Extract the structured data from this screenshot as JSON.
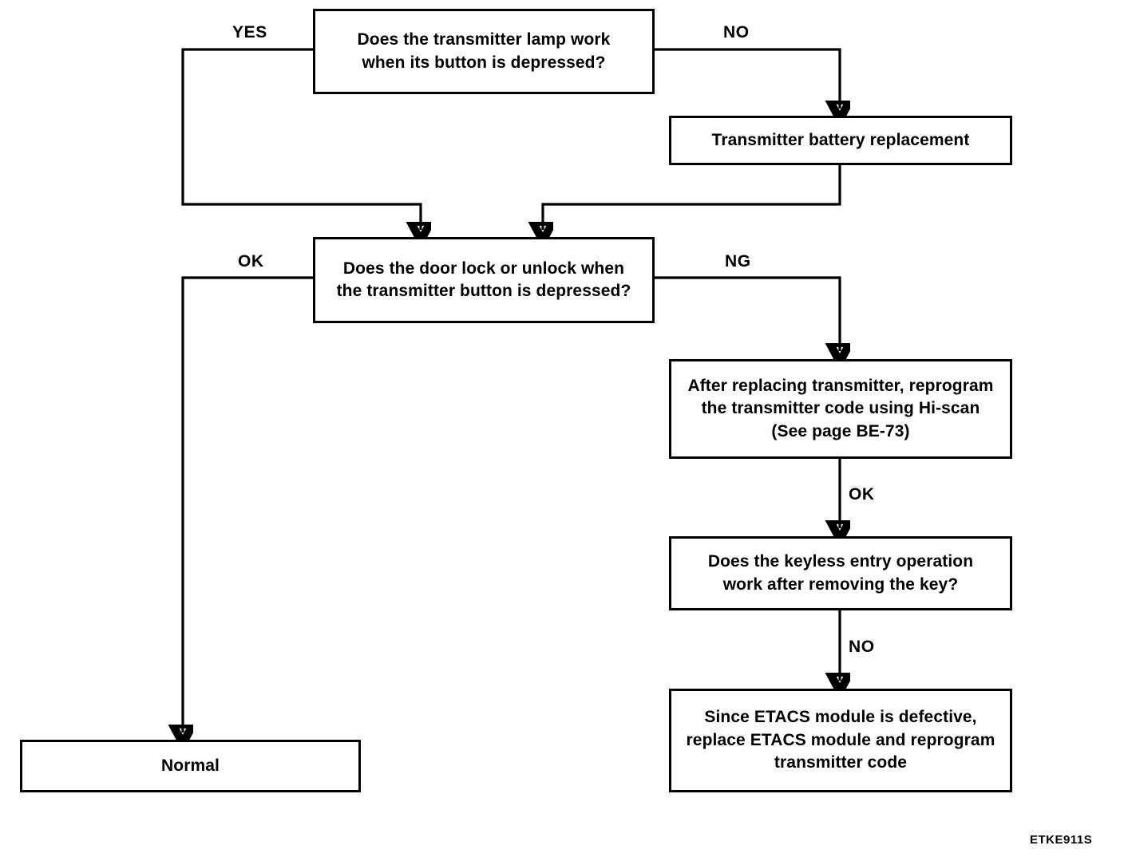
{
  "diagram": {
    "caption": "ETKE911S",
    "nodes": [
      {
        "id": "q-lamp",
        "text": "Does the transmitter lamp work\nwhen its button is depressed?"
      },
      {
        "id": "battery",
        "text": "Transmitter battery replacement"
      },
      {
        "id": "q-doorlock",
        "text": "Does the door lock or unlock when\nthe transmitter button is depressed?"
      },
      {
        "id": "reprogram",
        "text": "After replacing transmitter, reprogram\nthe transmitter code using Hi-scan\n(See page BE-73)"
      },
      {
        "id": "q-keyless",
        "text": "Does the keyless entry operation\nwork after removing the key?"
      },
      {
        "id": "etacs",
        "text": "Since ETACS module is defective,\nreplace ETACS module and reprogram\ntransmitter code"
      },
      {
        "id": "normal",
        "text": "Normal"
      }
    ],
    "edge_labels": [
      {
        "id": "yes-lamp",
        "text": "YES"
      },
      {
        "id": "no-lamp",
        "text": "NO"
      },
      {
        "id": "ok-doorlock",
        "text": "OK"
      },
      {
        "id": "ng-doorlock",
        "text": "NG"
      },
      {
        "id": "ok-reprogram",
        "text": "OK"
      },
      {
        "id": "no-keyless",
        "text": "NO"
      }
    ],
    "colors": {
      "line": "#000000",
      "box_fill": "#ffffff",
      "text": "#000000"
    }
  }
}
